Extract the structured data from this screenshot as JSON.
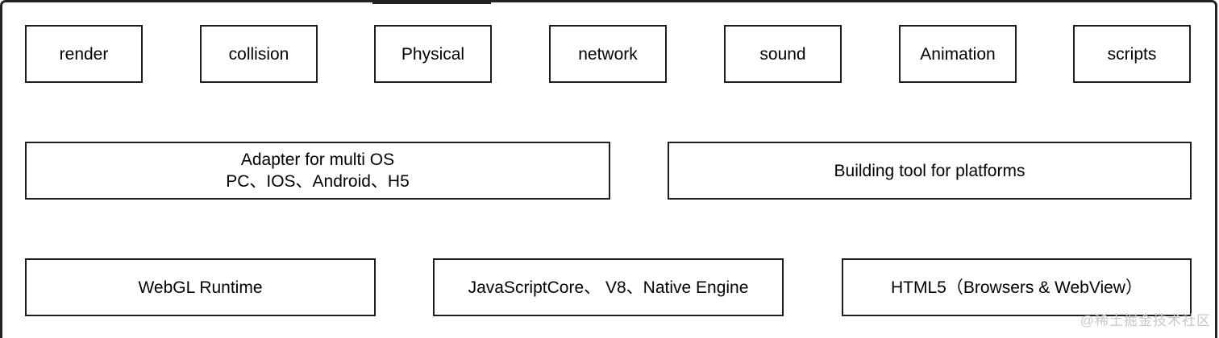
{
  "colors": {
    "background": "#ffffff",
    "box_border": "#1e1e1e",
    "frame_border": "#222222",
    "text": "#000000",
    "watermark": "#c8c8c8"
  },
  "top_row": [
    "render",
    "collision",
    "Physical",
    "network",
    "sound",
    "Animation",
    "scripts"
  ],
  "middle_row": {
    "adapter": {
      "line1": "Adapter for multi OS",
      "line2": "PC、IOS、Android、H5"
    },
    "building": {
      "line1": "Building tool for platforms"
    }
  },
  "bottom_row": [
    "WebGL Runtime",
    "JavaScriptCore、 V8、Native Engine",
    "HTML5（Browsers & WebView）"
  ],
  "watermark": {
    "text": "@稀土掘金技术社区"
  }
}
